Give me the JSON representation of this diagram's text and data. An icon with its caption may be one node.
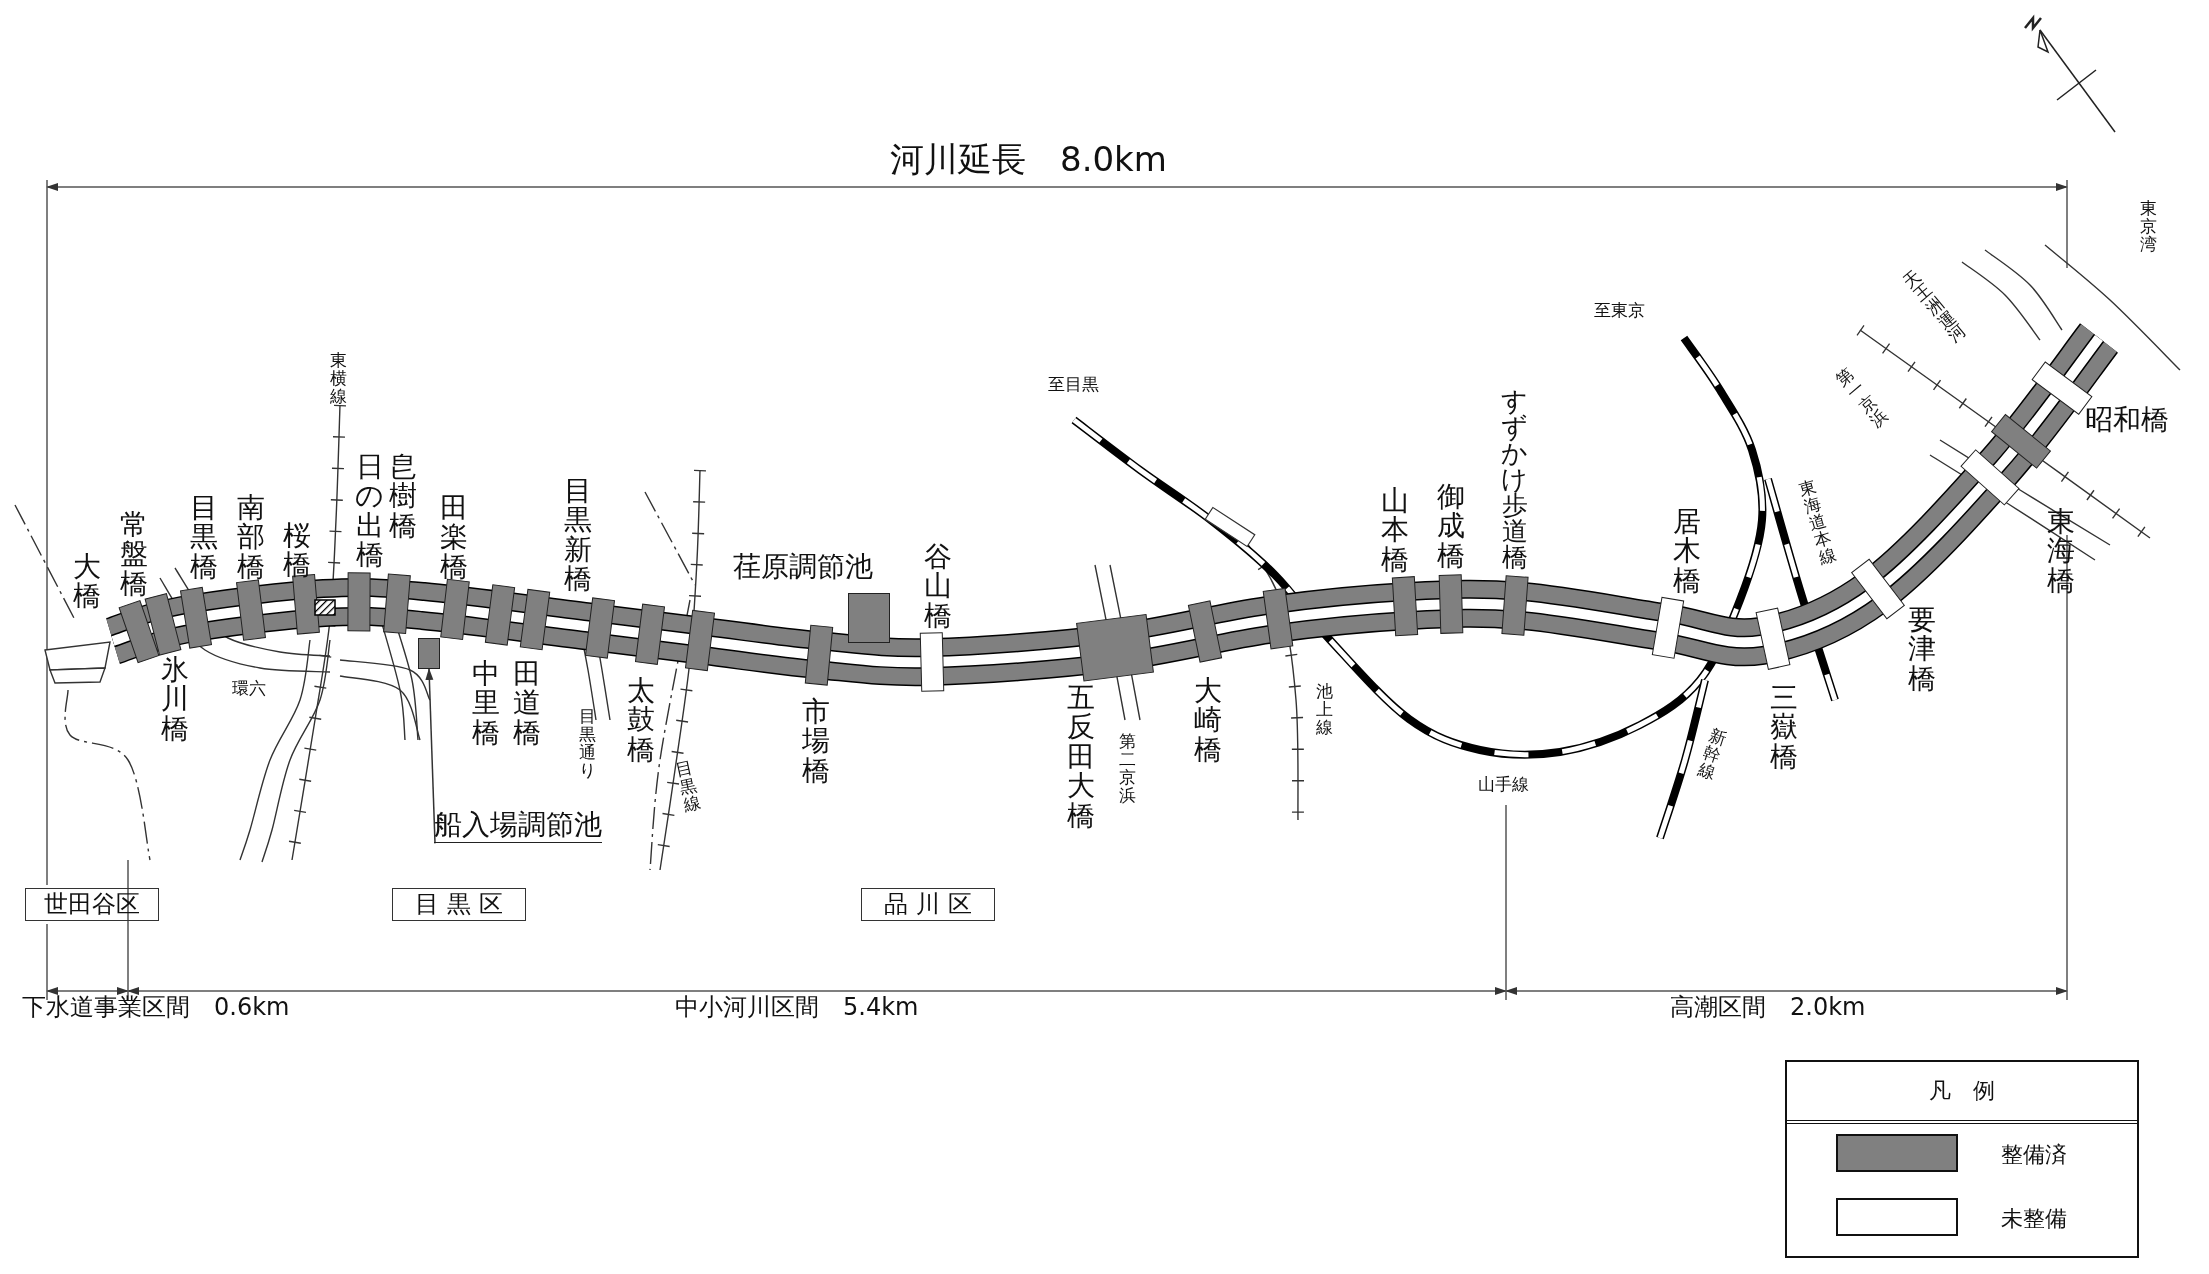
{
  "diagram": {
    "nodes": [
      {
        "text": [
          "船入場調節池"
        ]
      },
      {
        "text": [],
        "shape": "box"
      },
      {
        "text": [
          "荏原調節池"
        ]
      },
      {
        "text": [
          "世田谷区"
        ]
      },
      {
        "text": [
          "目 黒 区"
        ]
      },
      {
        "text": [
          "品 川 区"
        ]
      }
    ],
    "edges": [
      {
        "from": 0,
        "to": 1,
        "arrow": "to"
      }
    ],
    "labels": [
      "河川延長　8.0km",
      "東京湾",
      "天王洲運河",
      "第一京浜",
      "昭和橋",
      "東海橋",
      "要津橋",
      "三嶽橋",
      "居木橋",
      "至東京",
      "東海道本線",
      "新幹線",
      "山手線",
      "至目黒",
      "すずかけ歩道橋",
      "御成橋",
      "山本橋",
      "大崎橋",
      "池上線",
      "第二京浜",
      "五反田大橋",
      "谷山橋",
      "市場橋",
      "目黒線",
      "太鼓橋",
      "目黒新橋",
      "目黒通り",
      "田道橋",
      "中里橋",
      "田楽橋",
      "皀樹橋",
      "日の出橋",
      "東横線",
      "桜橋",
      "南部橋",
      "目黒橋",
      "環六",
      "氷川橋",
      "常盤橋",
      "大橋",
      "下水道事業区間　0.6km",
      "中小河川区間　5.4km",
      "高潮区間　2.0km",
      "凡　例"
    ],
    "legend": [
      {
        "text": "整備済",
        "color": "#808080"
      },
      {
        "text": "未整備",
        "color": "#ffffff"
      }
    ]
  }
}
